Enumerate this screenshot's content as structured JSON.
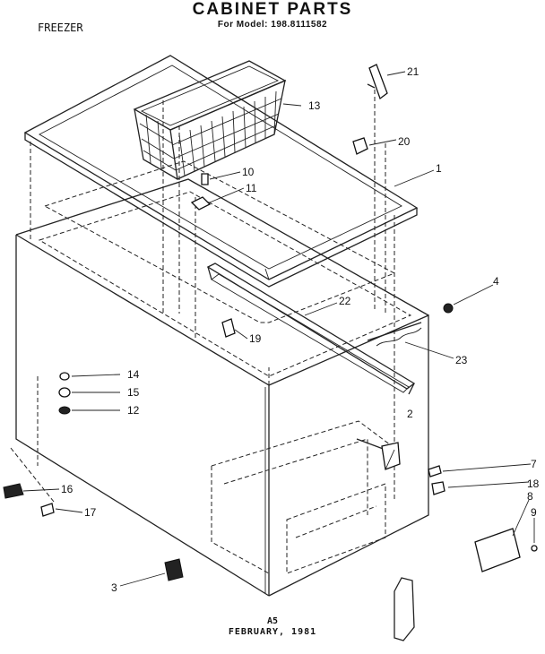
{
  "header": {
    "title": "CABINET PARTS",
    "subtitle": "For Model: 198.8111582",
    "section_label": "FREEZER"
  },
  "footer": {
    "code": "A5",
    "date": "FEBRUARY, 1981"
  },
  "callouts": [
    "1",
    "2",
    "3",
    "4",
    "7",
    "8",
    "9",
    "10",
    "11",
    "12",
    "13",
    "14",
    "15",
    "16",
    "17",
    "18",
    "19",
    "20",
    "21",
    "22",
    "23"
  ]
}
